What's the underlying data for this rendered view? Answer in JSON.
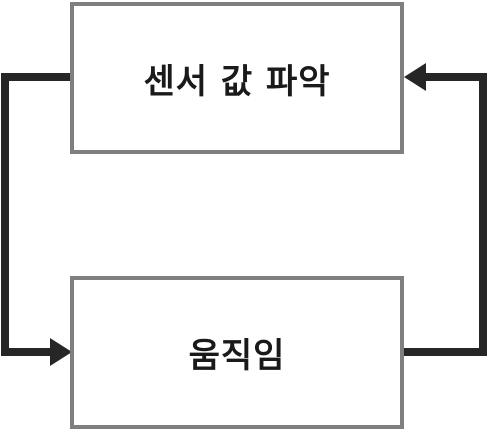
{
  "diagram": {
    "nodes": [
      {
        "id": "sense",
        "label": "센서 값 파악"
      },
      {
        "id": "move",
        "label": "움직임"
      }
    ],
    "edges": [
      {
        "from": "sense",
        "to": "move",
        "route": "left"
      },
      {
        "from": "move",
        "to": "sense",
        "route": "right"
      }
    ],
    "colors": {
      "box_border": "#7f7f7f",
      "arrow": "#262626",
      "text": "#1a1a1a",
      "background": "#ffffff"
    }
  }
}
